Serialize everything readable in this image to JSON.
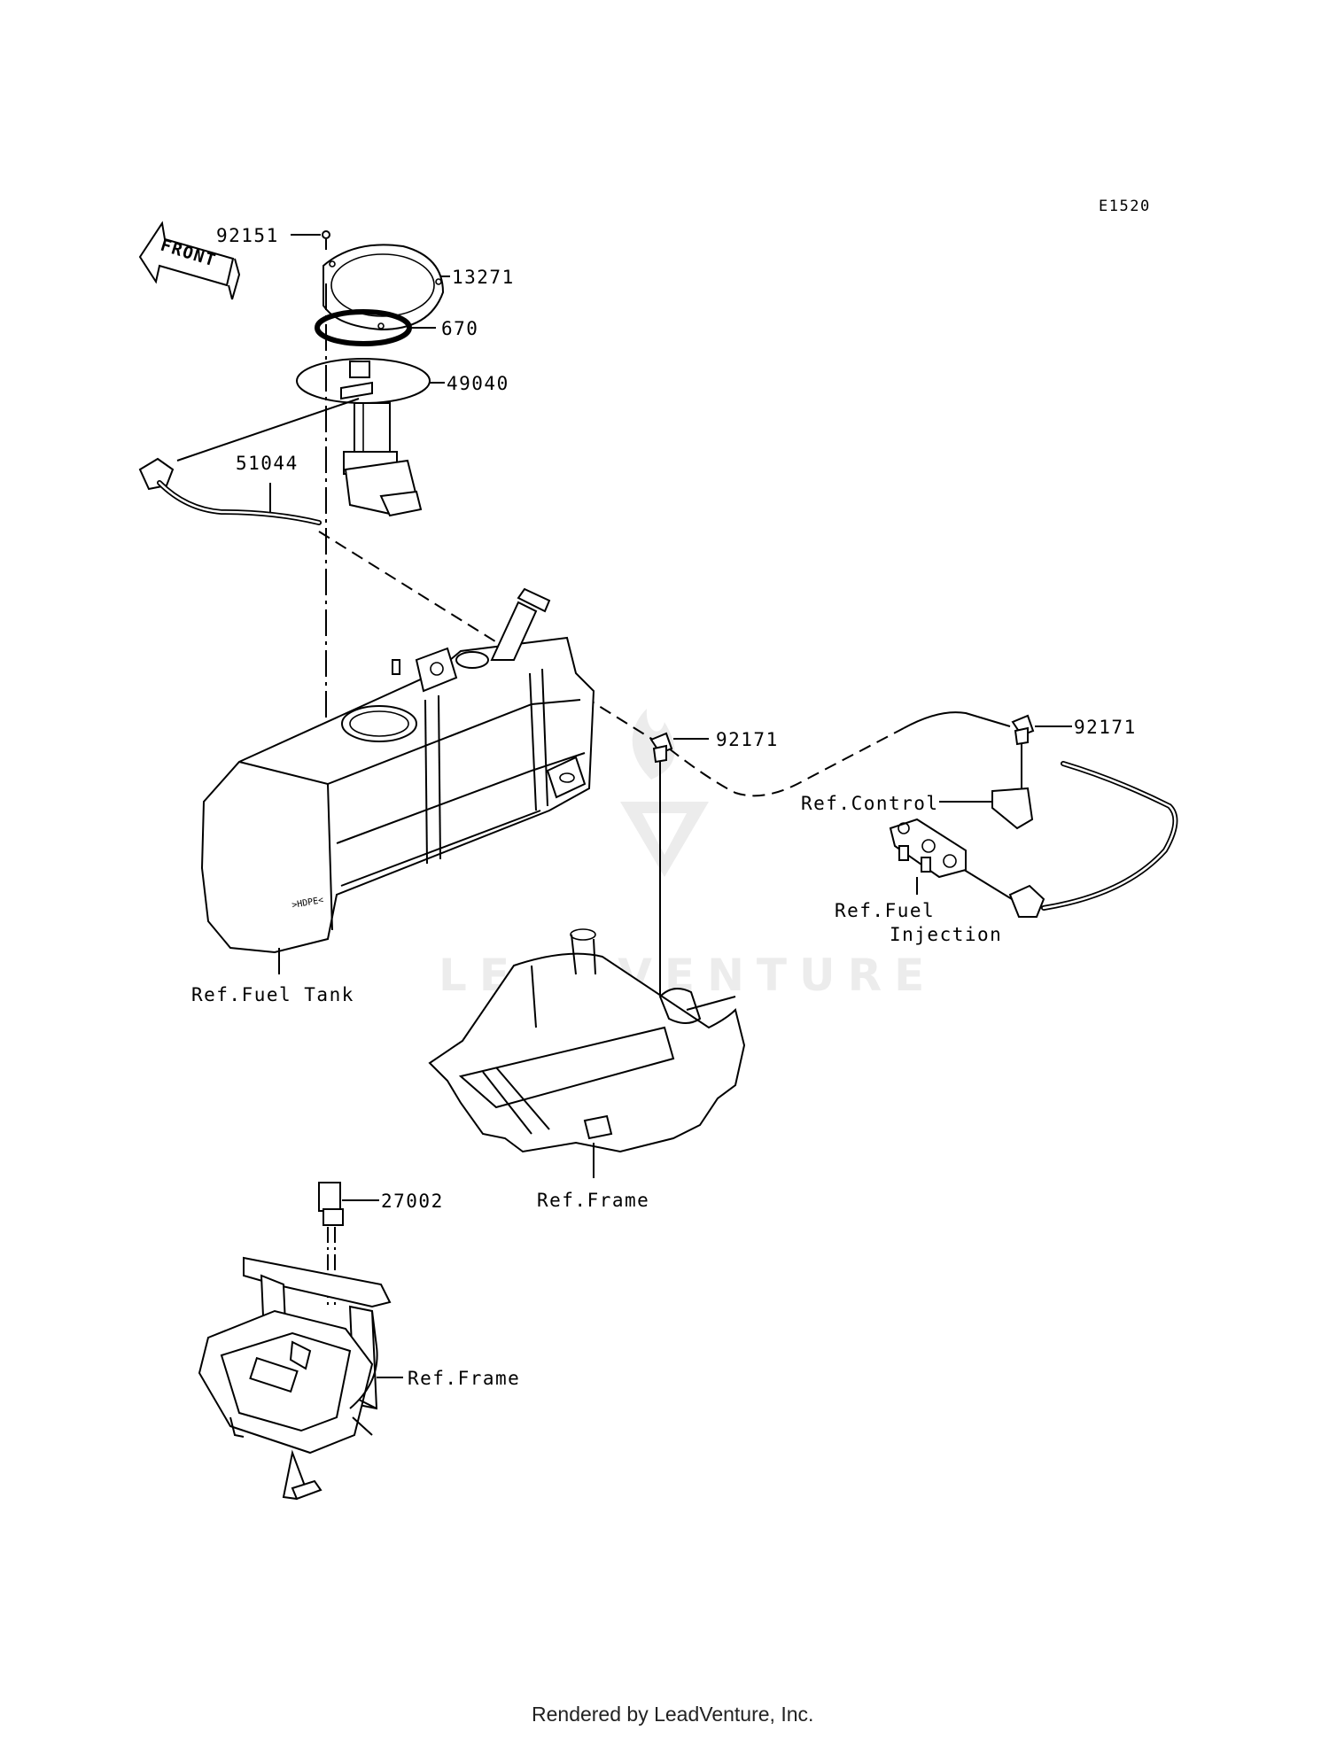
{
  "diagram": {
    "code": "E1520",
    "front_label": "FRONT",
    "parts": [
      {
        "id": "p92151",
        "label": "92151"
      },
      {
        "id": "p13271",
        "label": "13271"
      },
      {
        "id": "p670",
        "label": "670"
      },
      {
        "id": "p49040",
        "label": "49040"
      },
      {
        "id": "p51044",
        "label": "51044"
      },
      {
        "id": "p92171a",
        "label": "92171"
      },
      {
        "id": "p92171b",
        "label": "92171"
      },
      {
        "id": "p27002",
        "label": "27002"
      }
    ],
    "references": {
      "control": "Ref.Control",
      "fuel_injection_line1": "Ref.Fuel",
      "fuel_injection_line2": "Injection",
      "fuel_tank": "Ref.Fuel Tank",
      "frame_middle": "Ref.Frame",
      "frame_lower": "Ref.Frame"
    },
    "watermark": "LEADVENTURE",
    "footer": "Rendered by LeadVenture, Inc."
  }
}
